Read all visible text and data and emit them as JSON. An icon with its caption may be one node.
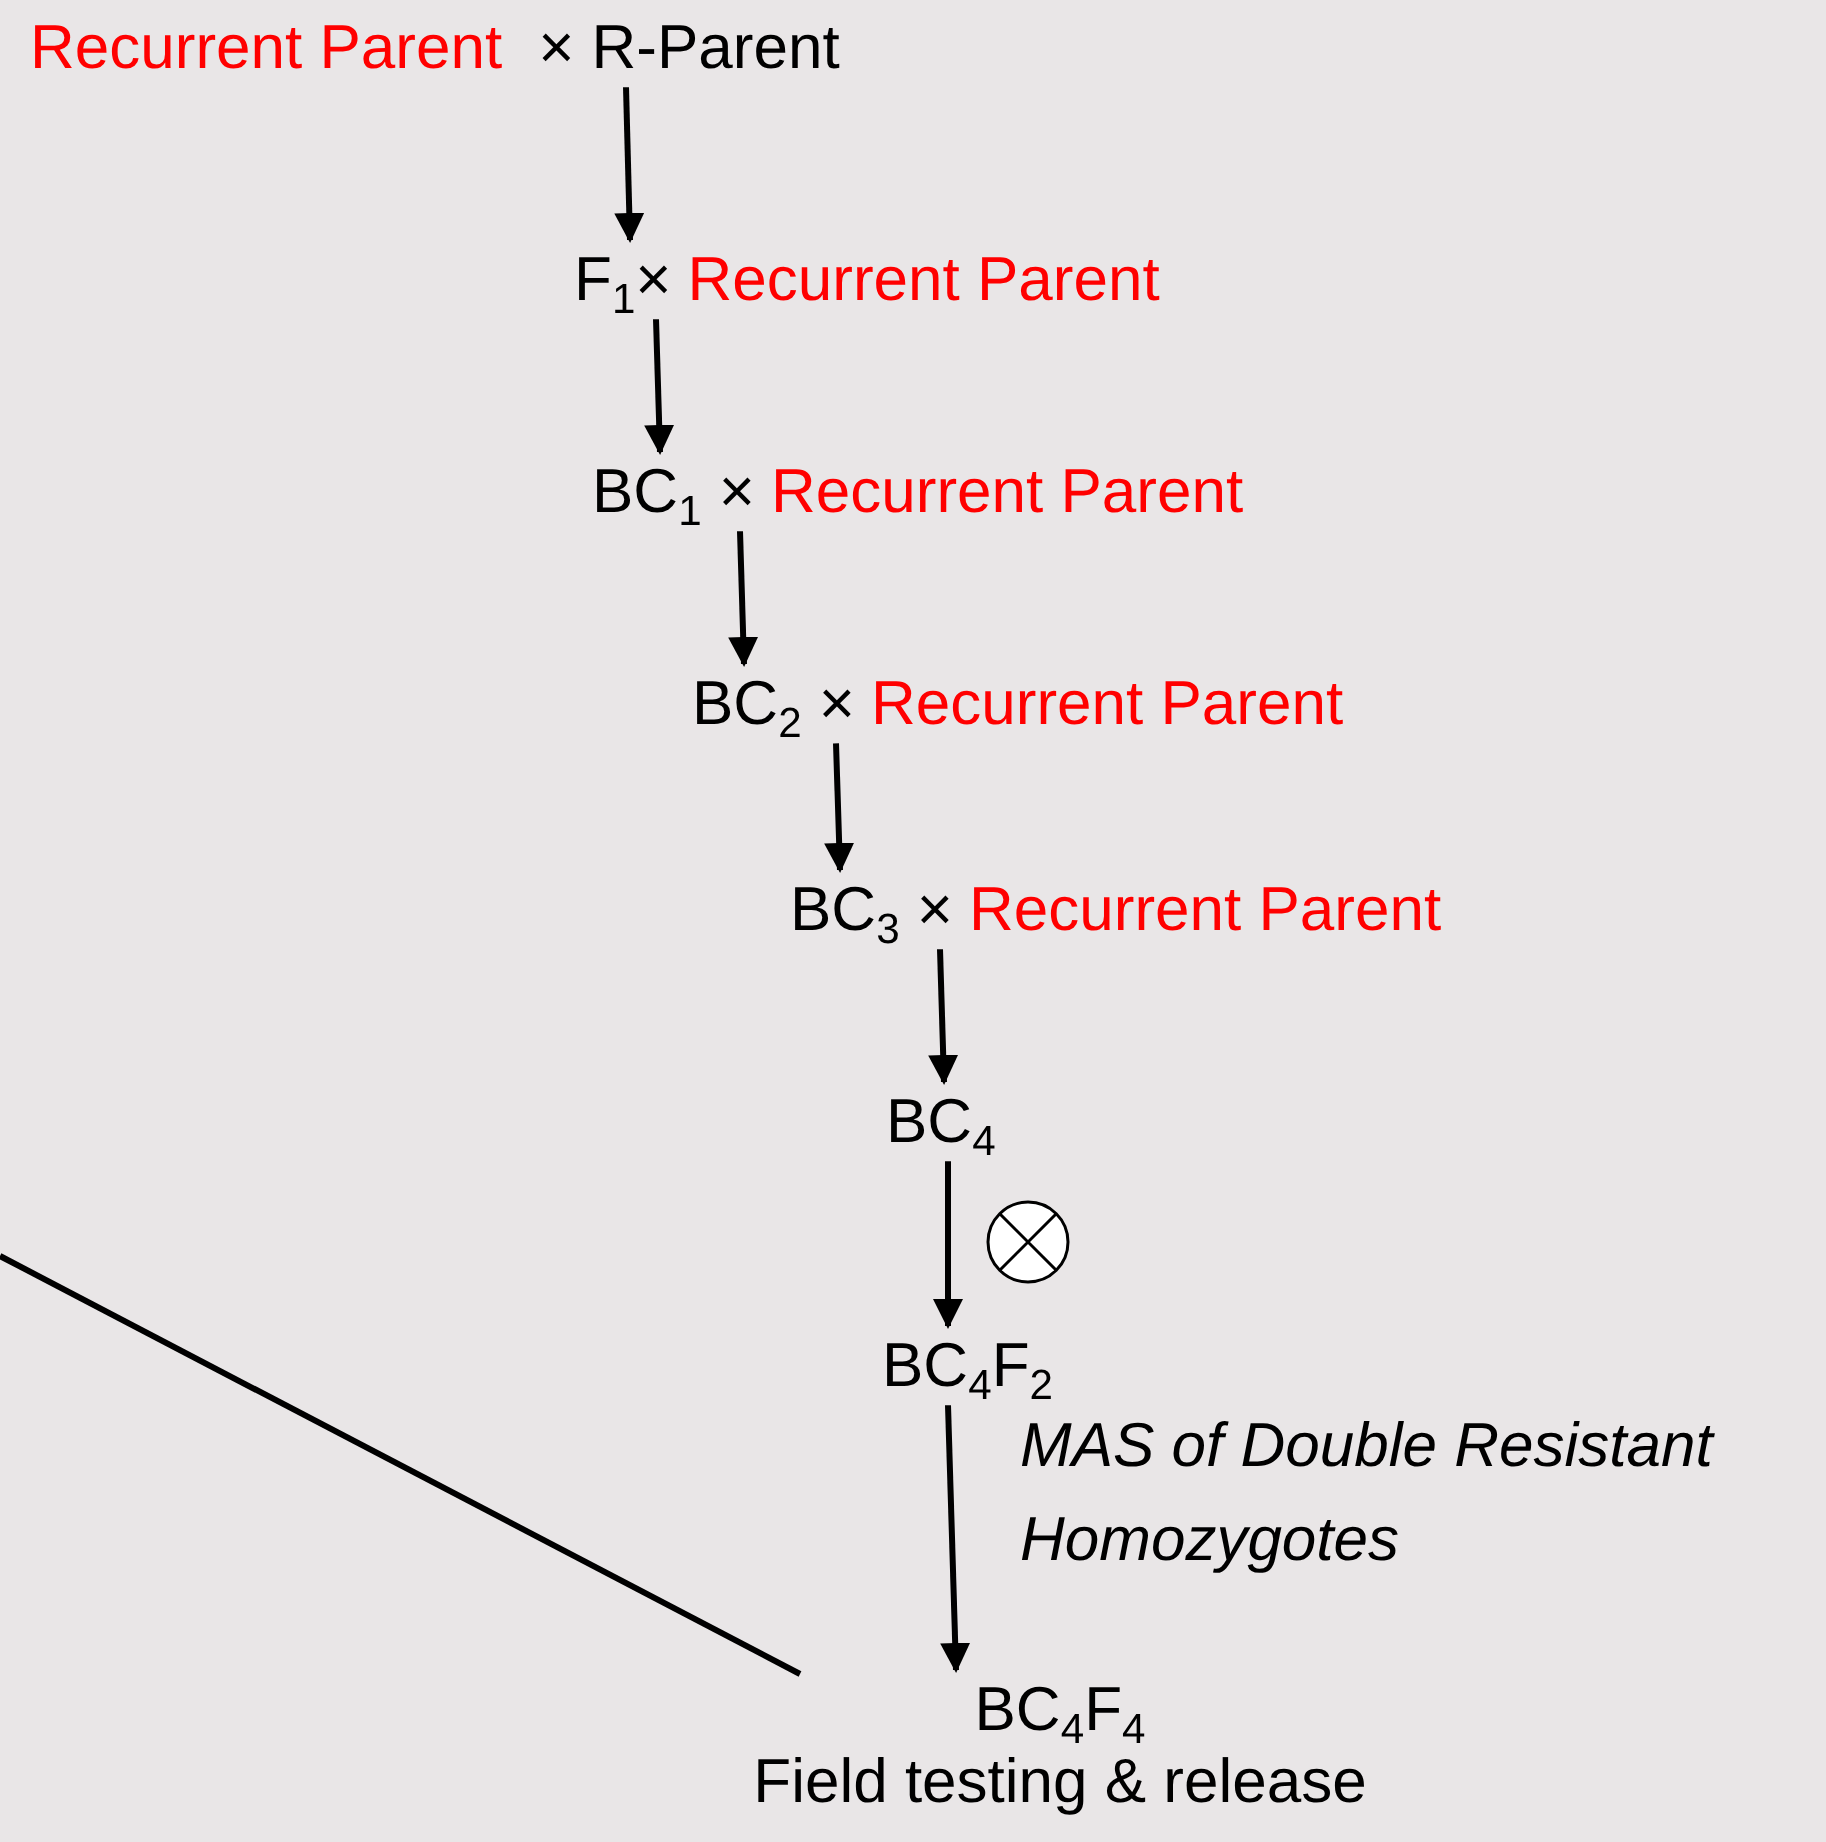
{
  "diagram": {
    "nodes": [
      {
        "text": [
          "Recurrent Parent",
          "× R-Parent"
        ]
      },
      {
        "text": [
          "F$_{1}$×",
          "Recurrent Parent"
        ]
      },
      {
        "text": [
          "BC$_{1}$ ×",
          "Recurrent Parent"
        ]
      },
      {
        "text": [
          "BC$_{2}$ ×",
          "Recurrent Parent"
        ]
      },
      {
        "text": [
          "BC$_{3}$ ×",
          "Recurrent Parent"
        ]
      },
      {
        "text": [
          "BC$_{4}$"
        ]
      },
      {
        "text": [
          "BC$_{4}$F$_{2}$"
        ]
      },
      {
        "text": [
          "BC$_{4}$F$_{4}$",
          "Field testing & release"
        ]
      }
    ],
    "edges": [
      {
        "from": 0,
        "to": 1,
        "arrow": "to"
      },
      {
        "from": 1,
        "to": 2,
        "arrow": "to"
      },
      {
        "from": 2,
        "to": 3,
        "arrow": "to"
      },
      {
        "from": 3,
        "to": 4,
        "arrow": "to"
      },
      {
        "from": 4,
        "to": 5,
        "arrow": "to"
      },
      {
        "from": 5,
        "to": 6,
        "arrow": "to"
      },
      {
        "from": 6,
        "to": 7,
        "arrow": "to"
      },
      {
        "from": null,
        "to": 7,
        "arrow": "none"
      }
    ],
    "labels": [
      "MAS of Double Resistant Homozygotes"
    ]
  }
}
